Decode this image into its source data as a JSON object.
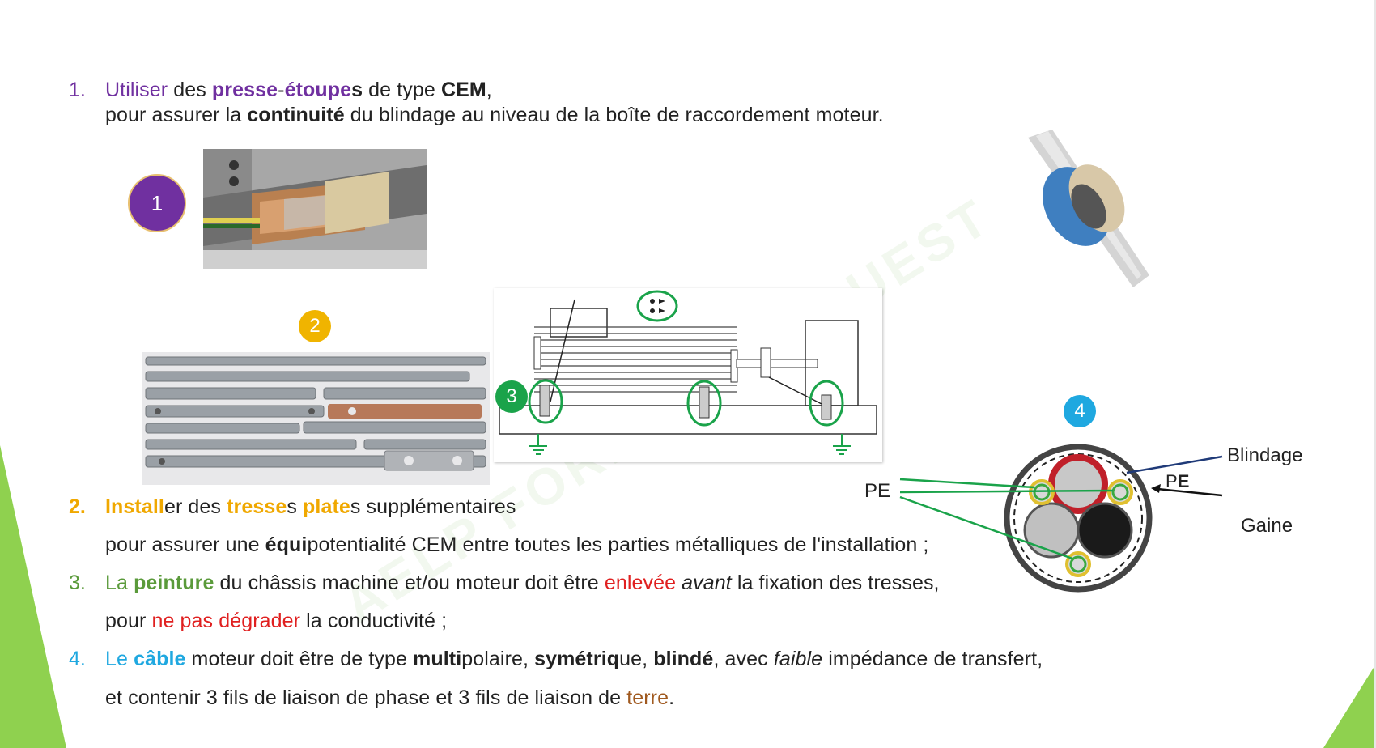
{
  "watermark": "AELP FORMATION OUEST",
  "items": [
    {
      "number": "1.",
      "line1": {
        "a": "Utiliser",
        "b": " des ",
        "c": "presse",
        "d": "-",
        "e": "étoupe",
        "f": "s",
        "g": " de type ",
        "h": "CEM",
        "i": ","
      },
      "line2": {
        "a": "pour assurer la ",
        "b": "continuité",
        "c": " du blindage au niveau de la boîte de raccordement moteur."
      }
    },
    {
      "number": "2.",
      "line1": {
        "a": "Install",
        "b": "er des ",
        "c": "tresse",
        "d": "s ",
        "e": "plate",
        "f": "s supplémentaires"
      },
      "line2": {
        "a": "pour assurer une ",
        "b": "équi",
        "c": "potentialité CEM entre toutes les parties métalliques de l'installation ;"
      }
    },
    {
      "number": "3.",
      "line1": {
        "a": "La ",
        "b": "peinture",
        "c": " du châssis machine et/ou moteur doit être ",
        "d": "enlevée",
        "e": " ",
        "f": "avant",
        "g": " la fixation des tresses,"
      },
      "line2": {
        "a": "pour ",
        "b": "ne pas dégrader",
        "c": " la conductivité ;"
      }
    },
    {
      "number": "4.",
      "line1": {
        "a": "Le ",
        "b": "câble",
        "c": " moteur doit être de type ",
        "d": "multi",
        "e": "polaire, ",
        "f": "symétriq",
        "g": "ue, ",
        "h": "blindé",
        "i": ", avec ",
        "j": "faible",
        "k": " impédance de transfert,"
      },
      "line2": {
        "a": "et contenir 3 fils de liaison de phase et 3 fils de liaison de ",
        "b": "terre",
        "c": "."
      }
    }
  ],
  "badges": {
    "b1": "1",
    "b2": "2",
    "b3": "3",
    "b4": "4"
  },
  "cable_labels": {
    "blindage": "Blindage",
    "gaine": "Gaine",
    "pe_left": "PE",
    "pe_right_p": "P",
    "pe_right_e": "E"
  },
  "colors": {
    "purple": "#7030a0",
    "orange": "#f0b400",
    "green": "#1aa34a",
    "cyan": "#1fa8e0",
    "accent_triangle": "#8fd14f"
  }
}
